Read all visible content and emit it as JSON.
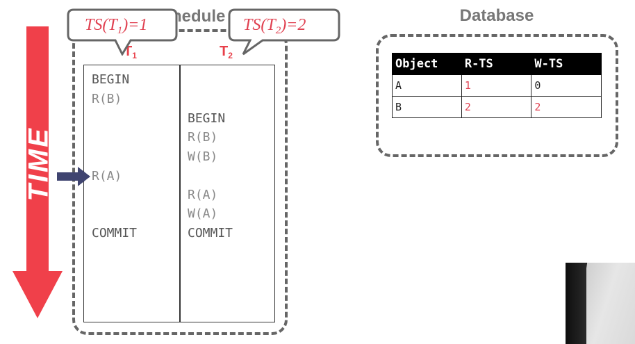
{
  "time_label": "TIME",
  "schedule": {
    "title": "Schedule",
    "columns": [
      {
        "name": "T",
        "sub": "1"
      },
      {
        "name": "T",
        "sub": "2"
      }
    ],
    "t1_ops": [
      "BEGIN",
      "R(B)",
      "R(A)",
      "COMMIT"
    ],
    "t2_ops": [
      "BEGIN",
      "R(B)",
      "W(B)",
      "R(A)",
      "W(A)",
      "COMMIT"
    ]
  },
  "bubbles": [
    {
      "prefix": "TS(T",
      "sub": "1",
      "suffix": ")=1"
    },
    {
      "prefix": "TS(T",
      "sub": "2",
      "suffix": ")=2"
    }
  ],
  "database": {
    "title": "Database",
    "headers": [
      "Object",
      "R-TS",
      "W-TS"
    ],
    "rows": [
      [
        "A",
        "1",
        "0"
      ],
      [
        "B",
        "2",
        "2"
      ]
    ]
  },
  "colors": {
    "accent_red": "#e04050",
    "time_arrow": "#f0404a",
    "pointer_arrow": "#3f4470",
    "dashed_border": "#666666"
  }
}
